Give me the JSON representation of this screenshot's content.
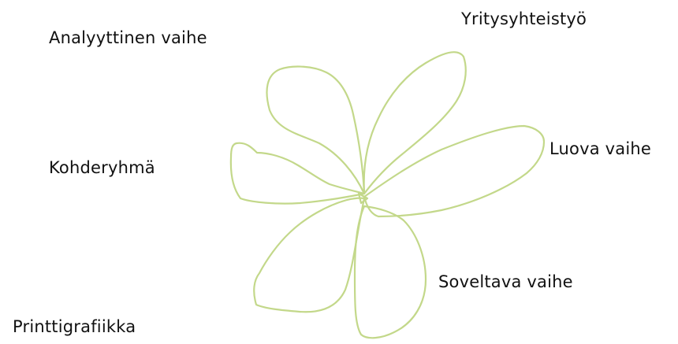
{
  "diagram": {
    "labels": {
      "analyyttinen": "Analyyttinen vaihe",
      "yritys": "Yritysyhteistyö",
      "kohde": "Kohderyhmä",
      "luova": "Luova vaihe",
      "soveltava": "Soveltava vaihe",
      "printti": "Printtigrafiikka"
    },
    "colors": {
      "petal_stroke": "#c3d88a",
      "text": "#111111",
      "background": "#ffffff"
    },
    "petal_count": 6
  }
}
